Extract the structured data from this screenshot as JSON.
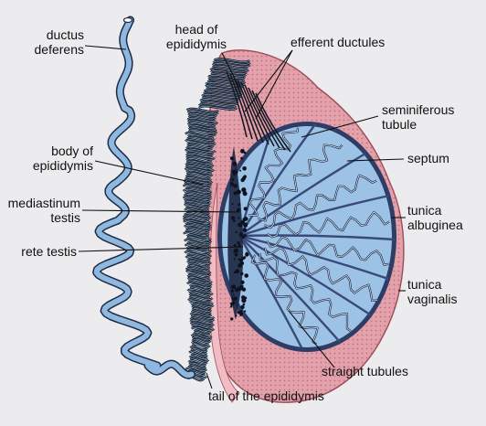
{
  "labels": {
    "ductus_deferens": [
      "ductus",
      "deferens"
    ],
    "head_of_epididymis": [
      "head of",
      "epididymis"
    ],
    "efferent_ductules": "efferent ductules",
    "seminiferous_tubule": [
      "seminiferous",
      "tubule"
    ],
    "body_of_epididymis": [
      "body of",
      "epididymis"
    ],
    "septum": "septum",
    "mediastinum_testis": [
      "mediastinum",
      "testis"
    ],
    "tunica_albuginea": [
      "tunica",
      "albuginea"
    ],
    "rete_testis": "rete testis",
    "tunica_vaginalis": [
      "tunica",
      "vaginalis"
    ],
    "straight_tubules": "straight tubules",
    "tail_of_epididymis": "tail of the epididymis"
  },
  "colors": {
    "background": "#ececee",
    "tunica_vaginalis": "#e3a2ab",
    "tunica_vaginalis_shade": "#c9707d",
    "tunica_albuginea": "#2e3d66",
    "testis_lobule_fill": "#9cc3e6",
    "ductus_deferens": "#8fb8e0",
    "epididymis_dark": "#151a24",
    "line": "#111111"
  }
}
